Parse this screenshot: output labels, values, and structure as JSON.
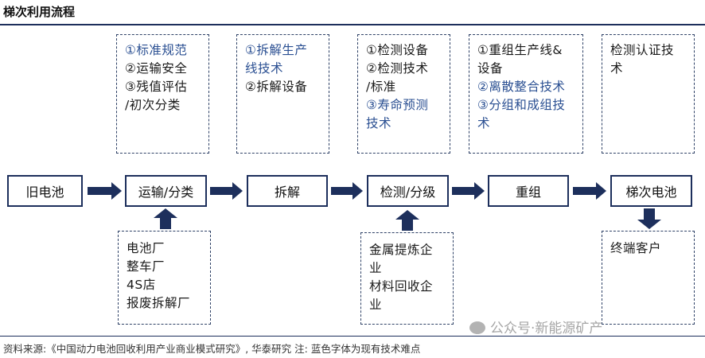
{
  "title": "梯次利用流程",
  "top_boxes": [
    {
      "lines": [
        {
          "text": "①标准规范",
          "color": "blue"
        },
        {
          "text": "②运输安全",
          "color": "dark"
        },
        {
          "text": "③残值评估",
          "color": "dark"
        },
        {
          "text": "/初次分类",
          "color": "dark"
        }
      ]
    },
    {
      "lines": [
        {
          "text": "①拆解生产",
          "color": "blue"
        },
        {
          "text": "线技术",
          "color": "blue"
        },
        {
          "text": "②拆解设备",
          "color": "dark"
        }
      ]
    },
    {
      "lines": [
        {
          "text": "①检测设备",
          "color": "dark"
        },
        {
          "text": "②检测技术",
          "color": "dark"
        },
        {
          "text": "/标准",
          "color": "dark"
        },
        {
          "text": "③寿命预测",
          "color": "blue"
        },
        {
          "text": "技术",
          "color": "blue"
        }
      ]
    },
    {
      "lines": [
        {
          "text": "①重组生产线&",
          "color": "dark"
        },
        {
          "text": "设备",
          "color": "dark"
        },
        {
          "text": "②离散整合技术",
          "color": "blue"
        },
        {
          "text": "③分组和成组技",
          "color": "blue"
        },
        {
          "text": "术",
          "color": "blue"
        }
      ]
    },
    {
      "lines": [
        {
          "text": "检测认证技",
          "color": "dark"
        },
        {
          "text": "术",
          "color": "dark"
        }
      ]
    }
  ],
  "flow_nodes": [
    "旧电池",
    "运输/分类",
    "拆解",
    "检测/分级",
    "重组",
    "梯次电池"
  ],
  "bottom_boxes": [
    {
      "lines": [
        {
          "text": "电池厂",
          "color": "dark"
        },
        {
          "text": "整车厂",
          "color": "dark"
        },
        {
          "text": "4S店",
          "color": "dark"
        },
        {
          "text": "报废拆解厂",
          "color": "dark"
        }
      ]
    },
    {
      "lines": [
        {
          "text": "金属提炼企",
          "color": "dark"
        },
        {
          "text": "业",
          "color": "dark"
        },
        {
          "text": "材料回收企",
          "color": "dark"
        },
        {
          "text": "业",
          "color": "dark"
        }
      ]
    },
    {
      "lines": [
        {
          "text": "终端客户",
          "color": "dark"
        }
      ]
    }
  ],
  "source_note": "资料来源:《中国动力电池回收利用产业商业模式研究》, 华泰研究  注: 蓝色字体为现有技术难点",
  "watermark": "公众号·新能源矿产",
  "colors": {
    "navy": "#1d2f5c",
    "blue_text": "#2a4f92"
  }
}
